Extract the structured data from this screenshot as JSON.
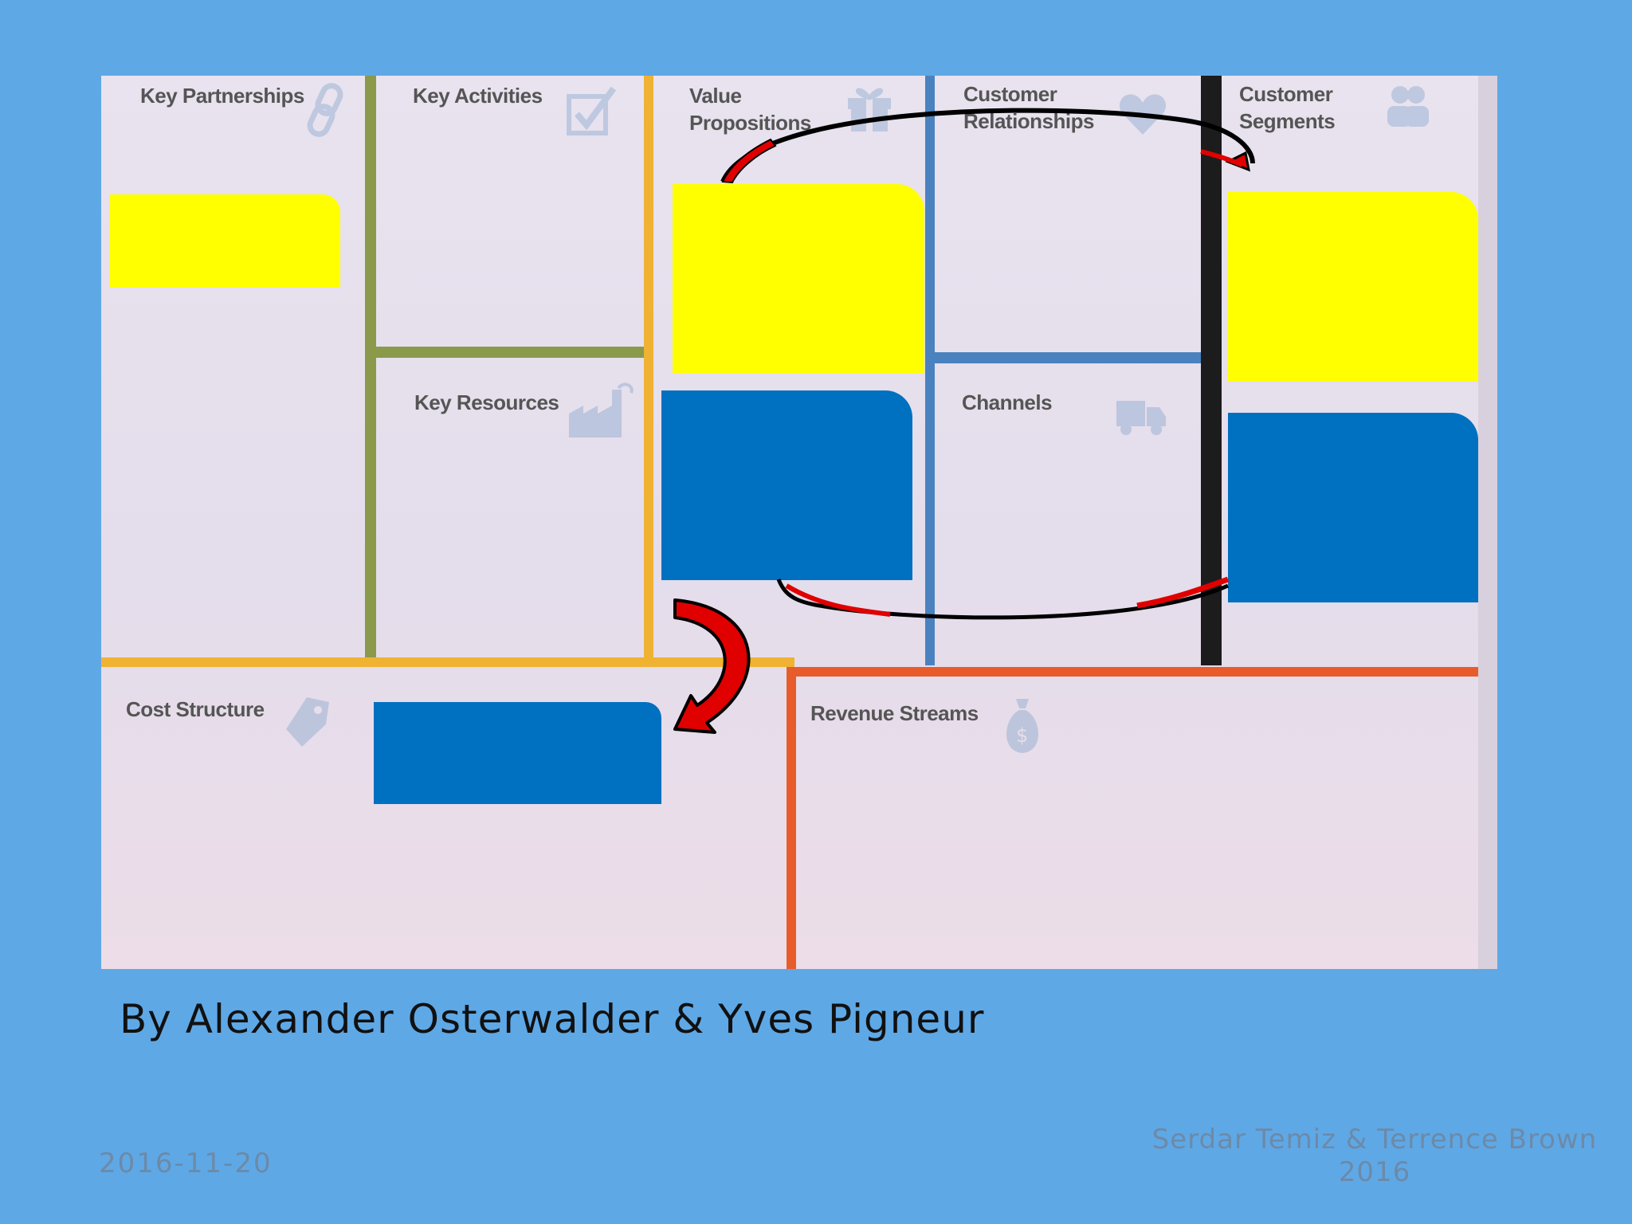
{
  "canvas": {
    "panels": {
      "key_partnerships": "Key Partnerships",
      "key_activities": "Key Activities",
      "value_propositions": "Value\nPropositions",
      "customer_relationships": "Customer\nRelationships",
      "customer_segments": "Customer\nSegments",
      "key_resources": "Key Resources",
      "channels": "Channels",
      "cost_structure": "Cost Structure",
      "revenue_streams": "Revenue Streams"
    },
    "icons": {
      "key_partnerships": "link-icon",
      "key_activities": "checkbox-icon",
      "value_propositions": "gift-icon",
      "customer_relationships": "heart-icon",
      "customer_segments": "people-icon",
      "key_resources": "factory-icon",
      "channels": "truck-icon",
      "cost_structure": "price-tag-icon",
      "revenue_streams": "money-bag-icon"
    }
  },
  "colors": {
    "background": "#5fa8e6",
    "sticky_yellow": "#ffff00",
    "sticky_blue": "#0070c0",
    "arrow_red": "#e00000",
    "divider_green": "#8a9a4a",
    "divider_yellow": "#f0b232",
    "divider_blue": "#4a82c0",
    "divider_black": "#1c1c1c",
    "divider_orange": "#e85c2c"
  },
  "attribution": "By Alexander Osterwalder & Yves Pigneur",
  "footer": {
    "date": "2016-11-20",
    "credit_line1": "Serdar Temiz & Terrence Brown",
    "credit_line2": "2016"
  }
}
